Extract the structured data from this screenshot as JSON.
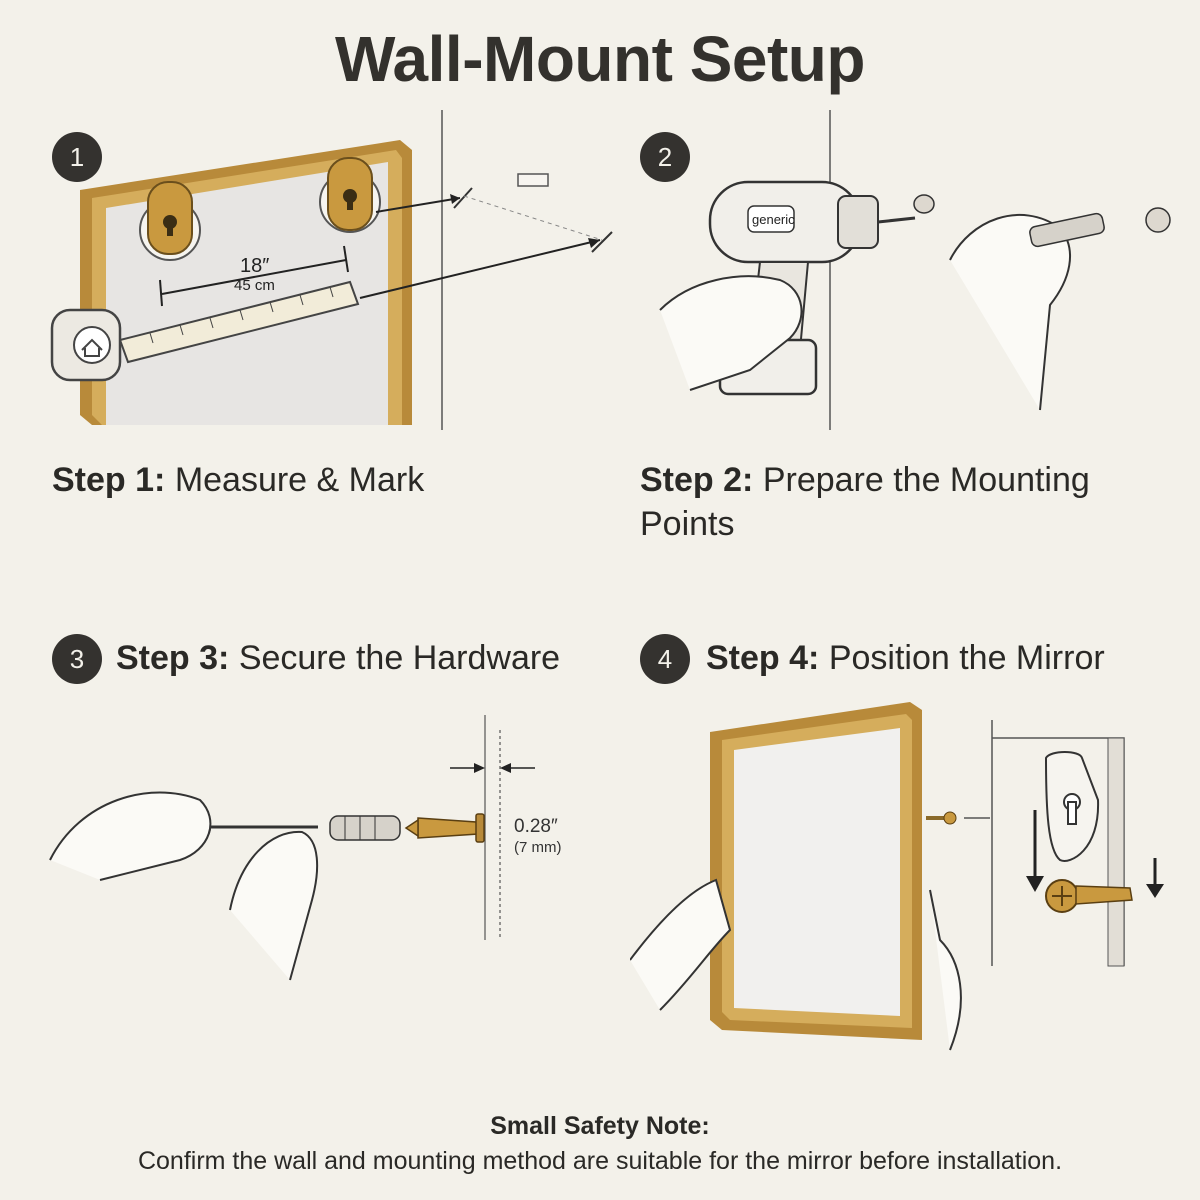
{
  "title": "Wall-Mount Setup",
  "colors": {
    "background": "#f3f1ea",
    "frame_gold": "#b88a3a",
    "badge": "#34322f",
    "ink": "#2a2926"
  },
  "steps": [
    {
      "number": "1",
      "prefix": "Step 1:",
      "text": "Measure & Mark",
      "measure_in": "18″",
      "measure_cm": "45 cm"
    },
    {
      "number": "2",
      "prefix": "Step 2:",
      "text": "Prepare the Mounting Points",
      "drill_brand": "generic"
    },
    {
      "number": "3",
      "prefix": "Step 3:",
      "text": "Secure the Hardware",
      "depth_in": "0.28″",
      "depth_mm": "(7 mm)"
    },
    {
      "number": "4",
      "prefix": "Step 4:",
      "text": "Position the Mirror"
    }
  ],
  "safety": {
    "title": "Small Safety Note:",
    "body": "Confirm the wall and mounting method are suitable for the mirror before installation."
  }
}
